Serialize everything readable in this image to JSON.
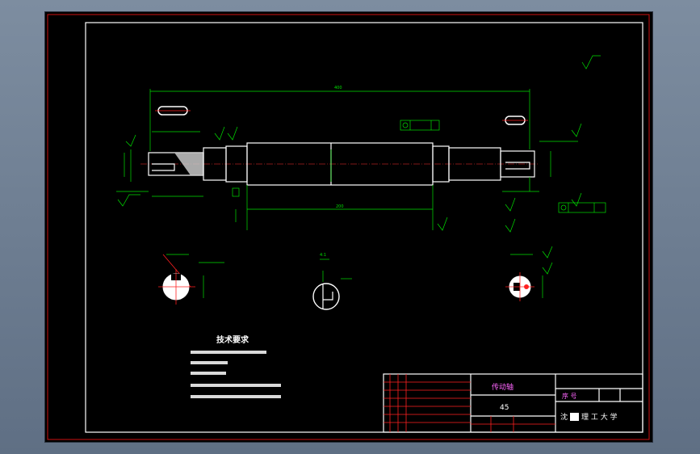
{
  "dimensions": {
    "overall_length": "400",
    "center_length": "200"
  },
  "tech_requirements": {
    "title": "技术要求"
  },
  "title_block": {
    "part_name": "传动轴",
    "material": "45",
    "seq_label": "序 号",
    "school_prefix": "沈",
    "school_rest": "理 工 大 学"
  },
  "section_views": {
    "scale_label": "4:1"
  },
  "colors": {
    "frame_line": "#ffffff",
    "dimension_line": "#00e000",
    "center_line": "#ff3030",
    "title_text": "#ff66ff"
  }
}
